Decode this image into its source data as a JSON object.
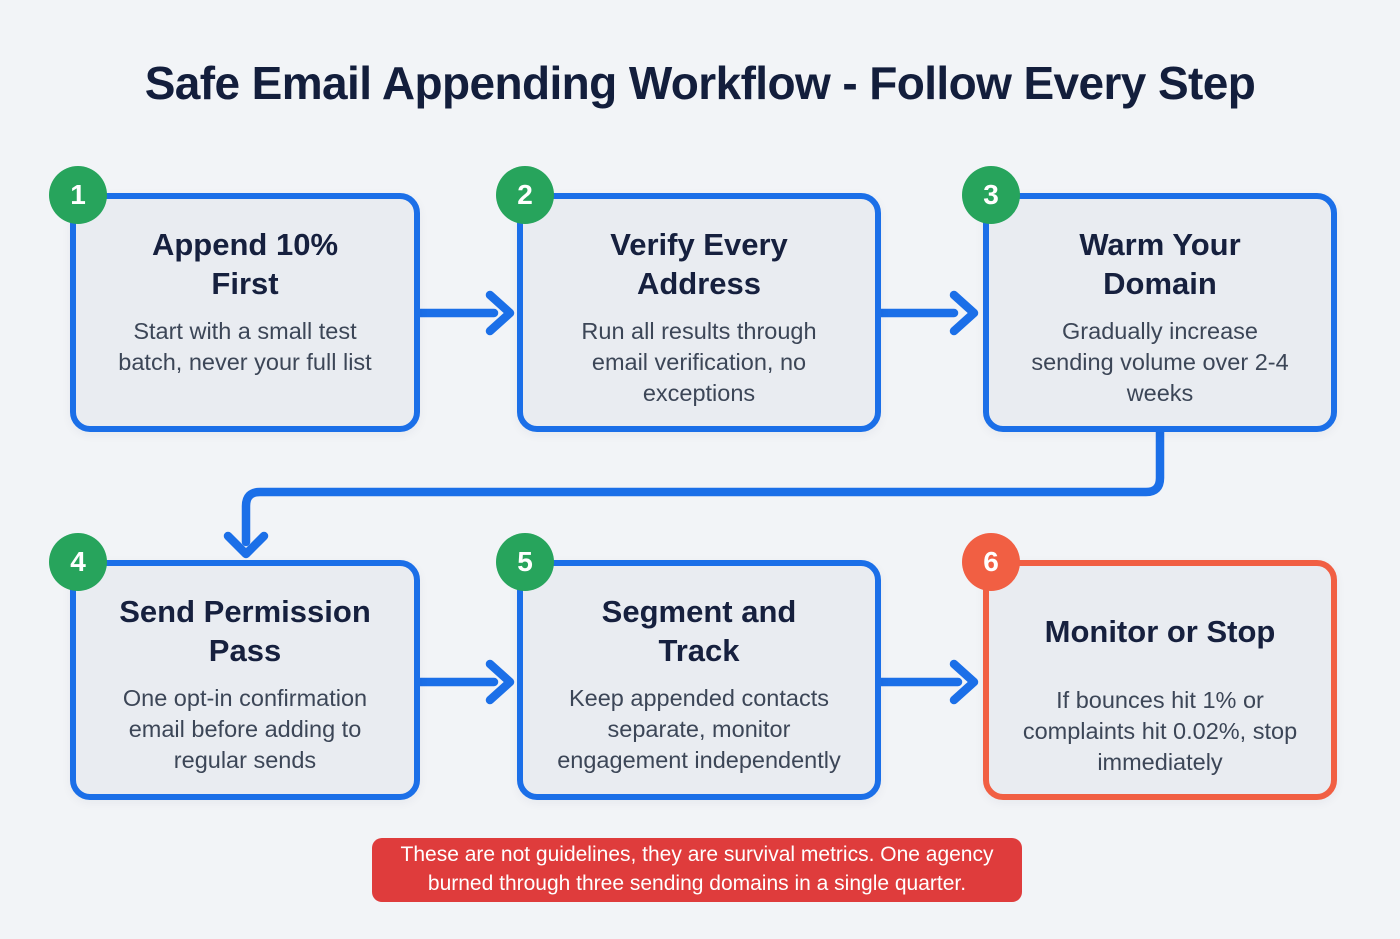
{
  "title": "Safe Email Appending Workflow - Follow Every Step",
  "colors": {
    "background": "#f2f4f7",
    "box_fill": "#e9ecf1",
    "flow_blue": "#1b6fe8",
    "badge_green": "#27a45c",
    "alert_orange": "#f15f43",
    "banner_red": "#df3c3c",
    "heading_navy": "#16203e",
    "body_text": "#3c4657"
  },
  "steps": [
    {
      "number": "1",
      "title": "Append 10%\nFirst",
      "description": "Start with a small test\nbatch, never your full list",
      "accent_color": "#1b6fe8",
      "badge_color": "#27a45c"
    },
    {
      "number": "2",
      "title": "Verify Every\nAddress",
      "description": "Run all results through\nemail verification, no\nexceptions",
      "accent_color": "#1b6fe8",
      "badge_color": "#27a45c"
    },
    {
      "number": "3",
      "title": "Warm Your\nDomain",
      "description": "Gradually increase\nsending volume over 2-4\nweeks",
      "accent_color": "#1b6fe8",
      "badge_color": "#27a45c"
    },
    {
      "number": "4",
      "title": "Send Permission\nPass",
      "description": "One opt-in confirmation\nemail before adding to\nregular sends",
      "accent_color": "#1b6fe8",
      "badge_color": "#27a45c"
    },
    {
      "number": "5",
      "title": "Segment and\nTrack",
      "description": "Keep appended contacts\nseparate, monitor\nengagement independently",
      "accent_color": "#1b6fe8",
      "badge_color": "#27a45c"
    },
    {
      "number": "6",
      "title": "Monitor or Stop",
      "description": "If bounces hit 1% or\ncomplaints hit 0.02%, stop\nimmediately",
      "accent_color": "#f15f43",
      "badge_color": "#f15f43"
    }
  ],
  "warning_banner": {
    "text": "These are not guidelines, they are survival metrics. One agency\nburned through three sending domains in a single quarter."
  }
}
